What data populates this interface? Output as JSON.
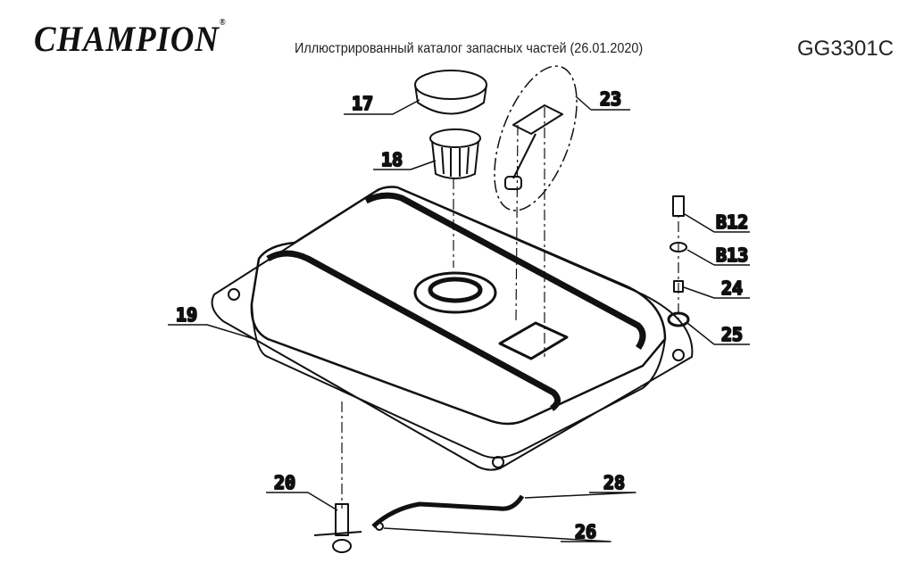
{
  "header": {
    "logo_text": "CHAMPION",
    "logo_mark": "®",
    "title": "Иллюстрированный каталог запасных частей (26.01.2020)",
    "model": "GG3301C"
  },
  "callouts": [
    "17",
    "18",
    "23",
    "B12",
    "B13",
    "24",
    "25",
    "19",
    "20",
    "28",
    "26"
  ]
}
